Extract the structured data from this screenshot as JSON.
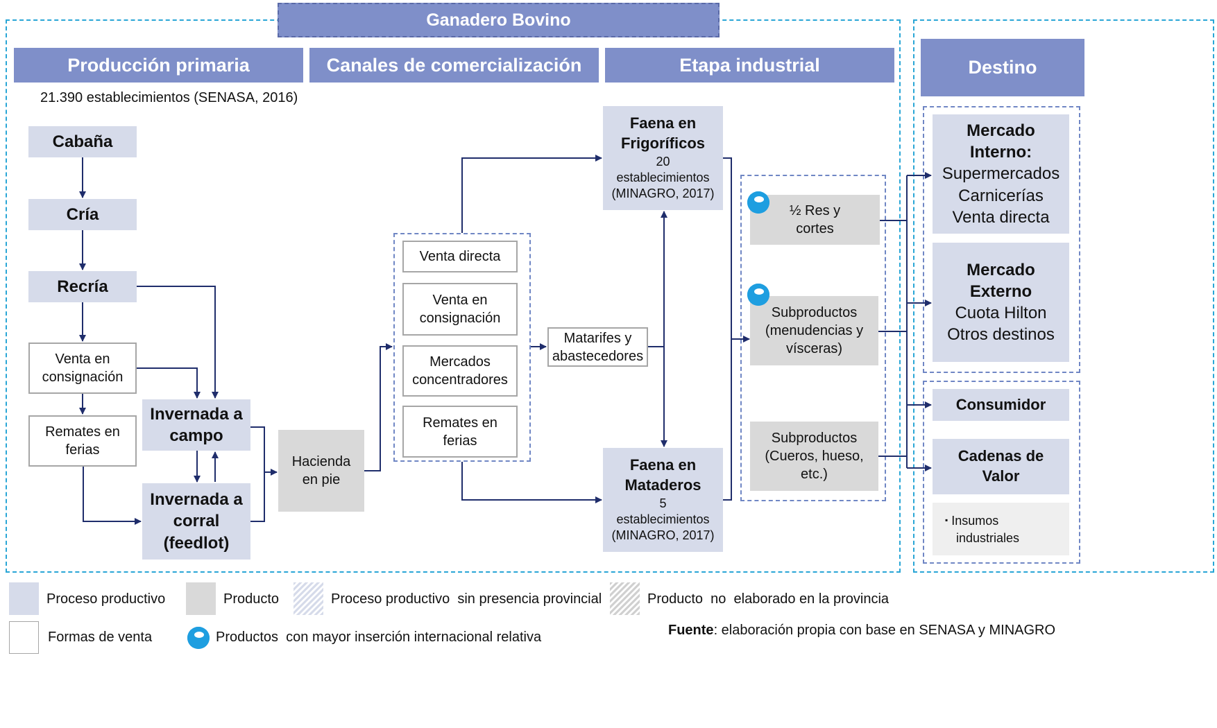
{
  "title": "Ganadero Bovino",
  "headers": {
    "primaria": "Producción primaria",
    "canales": "Canales de comercialización",
    "industrial": "Etapa industrial",
    "destino": "Destino"
  },
  "establecimientos_note": "21.390 establecimientos (SENASA, 2016)",
  "primaria": {
    "cabana": "Cabaña",
    "cria": "Cría",
    "recria": "Recría",
    "venta_consignacion": [
      "Venta en",
      "consignación"
    ],
    "remates": [
      "Remates en",
      "ferias"
    ],
    "invernada_campo": [
      "Invernada a",
      "campo"
    ],
    "invernada_corral": [
      "Invernada a",
      "corral",
      "(feedlot)"
    ],
    "hacienda": [
      "Hacienda",
      "en pie"
    ]
  },
  "canales": {
    "items": [
      [
        "Venta directa"
      ],
      [
        "Venta en",
        "consignación"
      ],
      [
        "Mercados",
        "concentradores"
      ],
      [
        "Remates en",
        "ferias"
      ]
    ],
    "matarifes": [
      "Matarifes y",
      "abastecedores"
    ]
  },
  "industrial": {
    "frigorificos": {
      "title": [
        "Faena en",
        "Frigoríficos"
      ],
      "detail": [
        "20",
        "establecimientos",
        "(MINAGRO, 2017)"
      ]
    },
    "mataderos": {
      "title": [
        "Faena en",
        "Mataderos"
      ],
      "detail": [
        "5",
        "establecimientos",
        "(MINAGRO, 2017)"
      ]
    },
    "productos": [
      [
        "½ Res y",
        "cortes"
      ],
      [
        "Subproductos",
        "(menudencias y",
        "vísceras)"
      ],
      [
        "Subproductos",
        "(Cueros, hueso,",
        "etc.)"
      ]
    ]
  },
  "destino": {
    "interno": {
      "title": [
        "Mercado",
        "Interno:"
      ],
      "items": [
        "Supermercados",
        "Carnicerías",
        "Venta directa"
      ]
    },
    "externo": {
      "title": [
        "Mercado",
        "Externo"
      ],
      "items": [
        "Cuota Hilton",
        "Otros destinos"
      ]
    },
    "consumidor": "Consumidor",
    "cadenas": [
      "Cadenas de",
      "Valor"
    ],
    "insumos": [
      "Insumos",
      "industriales"
    ],
    "bullet": "▪"
  },
  "legend": {
    "proceso": "Proceso productivo",
    "producto": "Producto",
    "proceso_sin": "Proceso productivo  sin presencia provincial",
    "producto_no": "Producto  no  elaborado en la provincia",
    "formas": "Formas de venta",
    "insercion": "Productos  con mayor inserción internacional relativa"
  },
  "fuente": {
    "label": "Fuente",
    "text": ": elaboración propia con base en SENASA y MINAGRO"
  },
  "colors": {
    "header": "#7f8fc9",
    "process": "#d6dbea",
    "product": "#d9d9d9",
    "arrow": "#1f2d6b",
    "dashed": "#29a6d6",
    "dot": "#1e9ee0"
  }
}
